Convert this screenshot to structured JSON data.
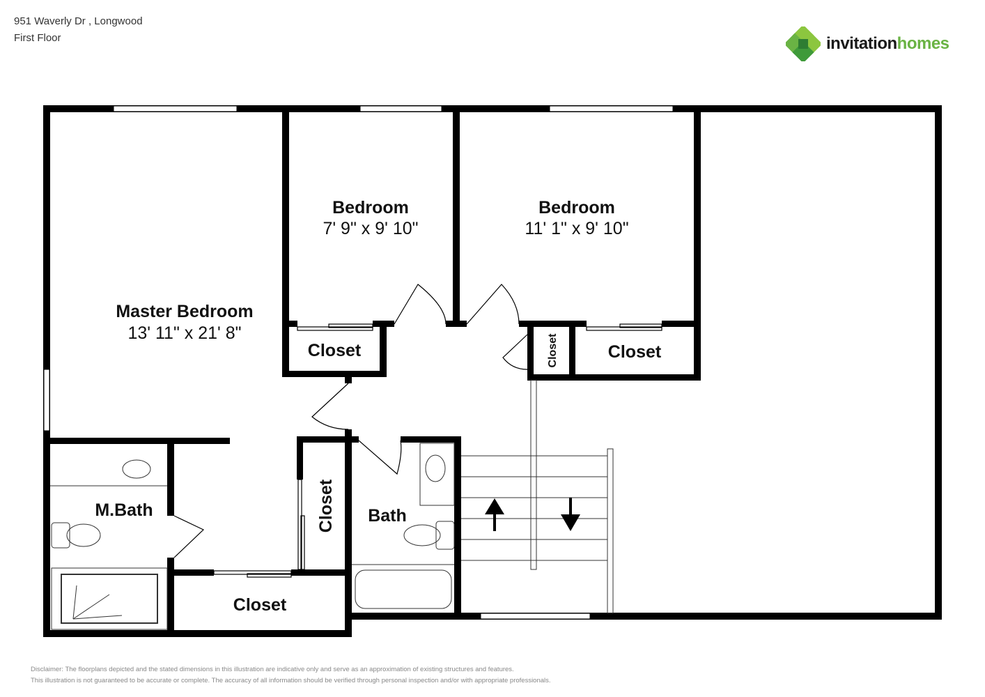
{
  "header": {
    "address": "951 Waverly Dr , Longwood",
    "floor": "First Floor"
  },
  "logo": {
    "part1": "invitation",
    "part2": "homes",
    "colors": {
      "dark": "#1a1a1a",
      "green": "#6ab344"
    }
  },
  "rooms": {
    "master_bedroom": {
      "name": "Master Bedroom",
      "dims": "13' 11\" x 21' 8\""
    },
    "bedroom1": {
      "name": "Bedroom",
      "dims": "7' 9\" x 9' 10\""
    },
    "bedroom2": {
      "name": "Bedroom",
      "dims": "11' 1\" x 9' 10\""
    },
    "closet1": {
      "name": "Closet"
    },
    "closet2": {
      "name": "Closet"
    },
    "closet3": {
      "name": "Closet"
    },
    "closet_hall": {
      "name": "Closet"
    },
    "closet_bottom": {
      "name": "Closet"
    },
    "master_bath": {
      "name": "M.Bath"
    },
    "bath": {
      "name": "Bath"
    }
  },
  "disclaimer": {
    "line1": "Disclaimer: The floorplans depicted and the stated dimensions in this illustration are indicative only and serve as an approximation of existing structures and features.",
    "line2": "This illustration is not guaranteed to be accurate or complete. The accuracy of all information should be verified through personal inspection and/or with appropriate professionals."
  }
}
